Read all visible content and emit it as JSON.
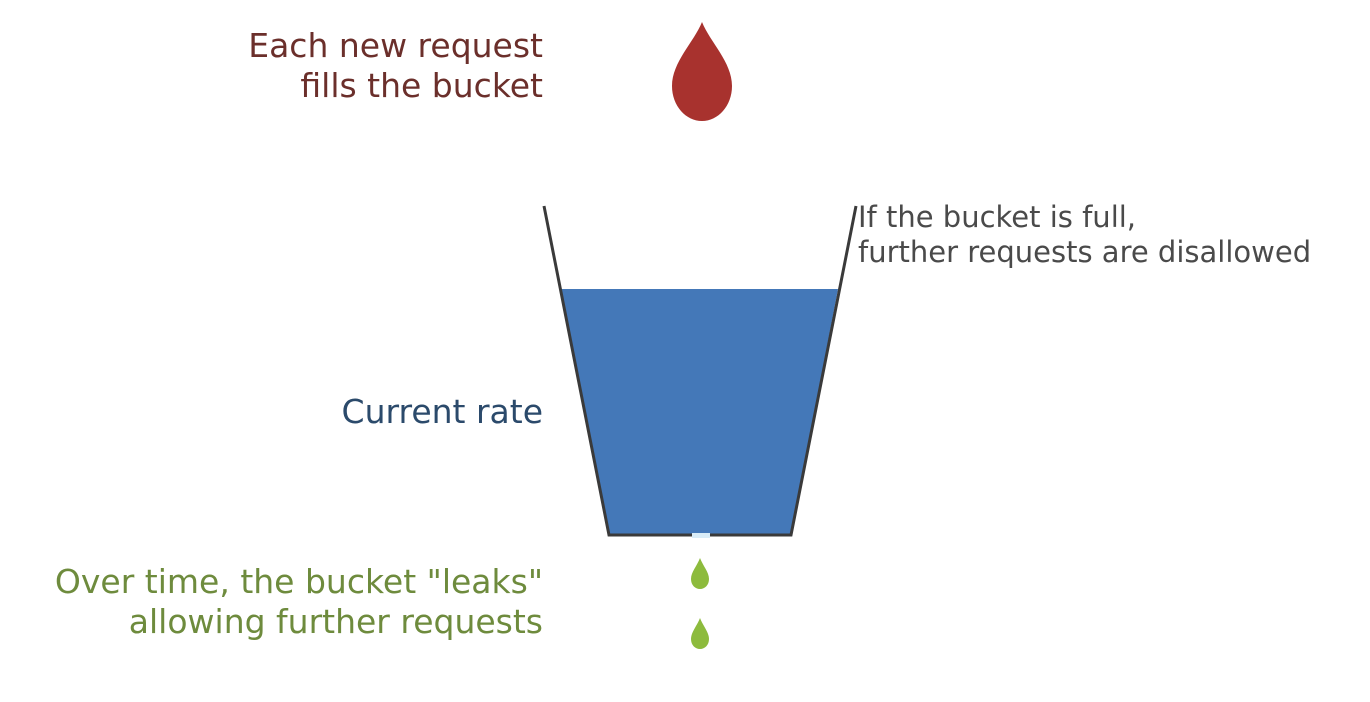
{
  "labels": {
    "fill": {
      "line1": "Each new request",
      "line2": "fills the bucket",
      "color": "#6b2f2b"
    },
    "full": {
      "line1": "If the bucket is full,",
      "line2": "further requests are disallowed",
      "color": "#4a4a4a"
    },
    "rate": {
      "text": "Current rate",
      "color": "#2b4a6b"
    },
    "leak": {
      "line1": "Over time, the bucket \"leaks\"",
      "line2": "allowing further requests",
      "color": "#6e8b3d"
    }
  },
  "colors": {
    "incoming_drop": "#a8322e",
    "water": "#4478b8",
    "bucket_outline": "#3a3a3a",
    "leak_drops": "#8dbb3d"
  },
  "icons": {
    "incoming": "water-drop-icon",
    "leak": "water-drop-icon"
  }
}
